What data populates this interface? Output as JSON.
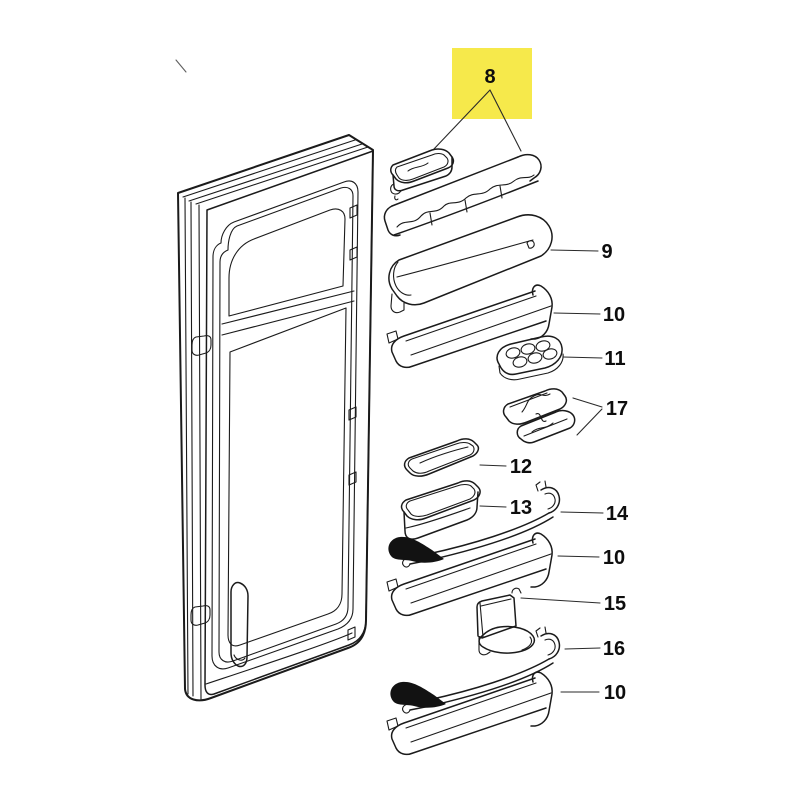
{
  "diagram": {
    "background_color": "#ffffff",
    "line_color": "#1b1b1b",
    "highlight": {
      "color": "#f6e94b"
    },
    "callouts": {
      "c8": {
        "text": "8",
        "highlighted": true
      },
      "c9": {
        "text": "9"
      },
      "c10a": {
        "text": "10"
      },
      "c11": {
        "text": "11"
      },
      "c17": {
        "text": "17"
      },
      "c12": {
        "text": "12"
      },
      "c13": {
        "text": "13"
      },
      "c14": {
        "text": "14"
      },
      "c10b": {
        "text": "10"
      },
      "c15": {
        "text": "15"
      },
      "c16": {
        "text": "16"
      },
      "c10c": {
        "text": "10"
      }
    }
  }
}
